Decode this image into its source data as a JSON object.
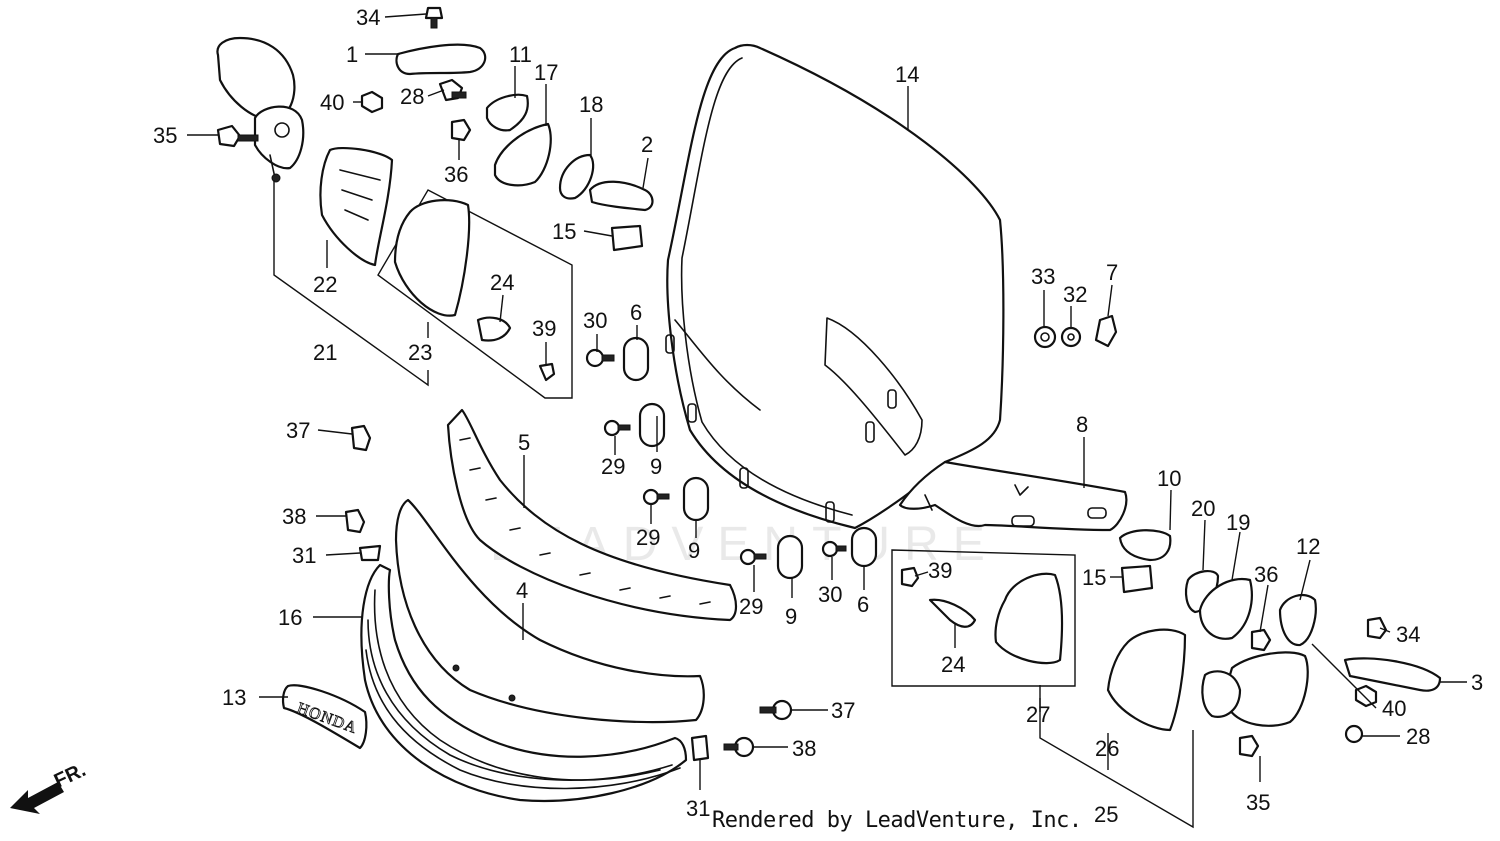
{
  "diagram": {
    "credit": "Rendered by LeadVenture, Inc.",
    "direction_label": "FR.",
    "emblem_text": "HONDA",
    "watermark_text": "LEADVENTURE",
    "callouts": [
      {
        "id": "c34a",
        "label": "34"
      },
      {
        "id": "c1",
        "label": "1"
      },
      {
        "id": "c40a",
        "label": "40"
      },
      {
        "id": "c28a",
        "label": "28"
      },
      {
        "id": "c35a",
        "label": "35"
      },
      {
        "id": "c11",
        "label": "11"
      },
      {
        "id": "c17",
        "label": "17"
      },
      {
        "id": "c18",
        "label": "18"
      },
      {
        "id": "c2",
        "label": "2"
      },
      {
        "id": "c36a",
        "label": "36"
      },
      {
        "id": "c15a",
        "label": "15"
      },
      {
        "id": "c14",
        "label": "14"
      },
      {
        "id": "c22",
        "label": "22"
      },
      {
        "id": "c21",
        "label": "21"
      },
      {
        "id": "c23",
        "label": "23"
      },
      {
        "id": "c24a",
        "label": "24"
      },
      {
        "id": "c39a",
        "label": "39"
      },
      {
        "id": "c30a",
        "label": "30"
      },
      {
        "id": "c6a",
        "label": "6"
      },
      {
        "id": "c33",
        "label": "33"
      },
      {
        "id": "c32",
        "label": "32"
      },
      {
        "id": "c7",
        "label": "7"
      },
      {
        "id": "c37a",
        "label": "37"
      },
      {
        "id": "c5",
        "label": "5"
      },
      {
        "id": "c29a",
        "label": "29"
      },
      {
        "id": "c9a",
        "label": "9"
      },
      {
        "id": "c8",
        "label": "8"
      },
      {
        "id": "c38a",
        "label": "38"
      },
      {
        "id": "c29b",
        "label": "29"
      },
      {
        "id": "c9b",
        "label": "9"
      },
      {
        "id": "c31a",
        "label": "31"
      },
      {
        "id": "c10",
        "label": "10"
      },
      {
        "id": "c20",
        "label": "20"
      },
      {
        "id": "c19",
        "label": "19"
      },
      {
        "id": "c16",
        "label": "16"
      },
      {
        "id": "c4",
        "label": "4"
      },
      {
        "id": "c29c",
        "label": "29"
      },
      {
        "id": "c9c",
        "label": "9"
      },
      {
        "id": "c30b",
        "label": "30"
      },
      {
        "id": "c6b",
        "label": "6"
      },
      {
        "id": "c39b",
        "label": "39"
      },
      {
        "id": "c15b",
        "label": "15"
      },
      {
        "id": "c36b",
        "label": "36"
      },
      {
        "id": "c12",
        "label": "12"
      },
      {
        "id": "c34b",
        "label": "34"
      },
      {
        "id": "c3",
        "label": "3"
      },
      {
        "id": "c24b",
        "label": "24"
      },
      {
        "id": "c13",
        "label": "13"
      },
      {
        "id": "c37b",
        "label": "37"
      },
      {
        "id": "c27",
        "label": "27"
      },
      {
        "id": "c40b",
        "label": "40"
      },
      {
        "id": "c28b",
        "label": "28"
      },
      {
        "id": "c38b",
        "label": "38"
      },
      {
        "id": "c26",
        "label": "26"
      },
      {
        "id": "c31b",
        "label": "31"
      },
      {
        "id": "c25",
        "label": "25"
      },
      {
        "id": "c35b",
        "label": "35"
      }
    ]
  }
}
